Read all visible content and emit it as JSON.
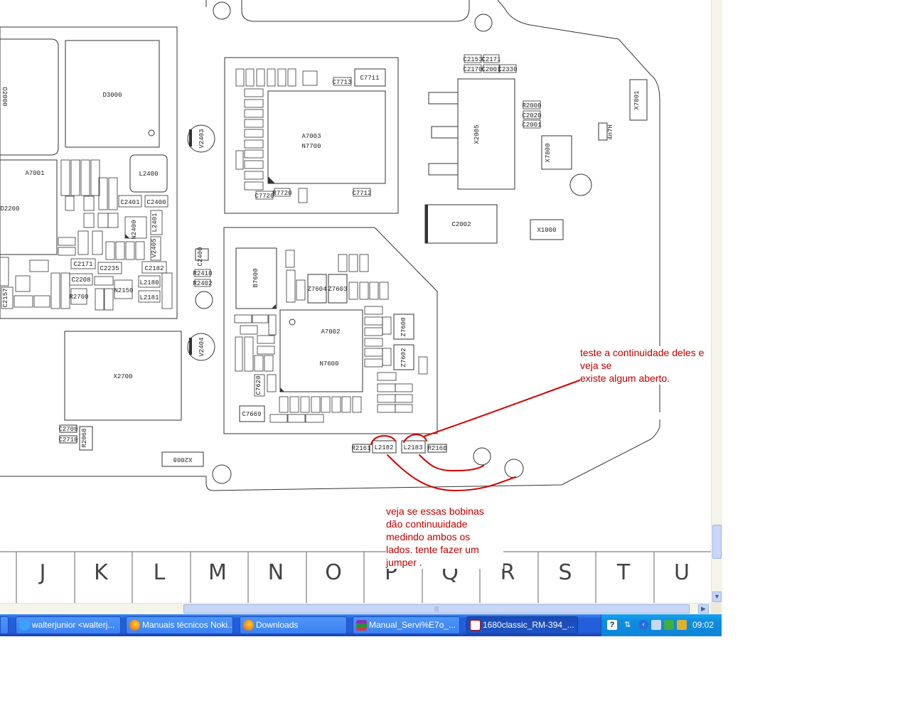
{
  "annotations": {
    "note_top": "teste a continuidade deles e veja se\nexiste algum aberto.",
    "note_bottom": "veja se essas bobinas\ndão continuuidade\nmedindo ambos os\nlados. tente fazer um\njumper ."
  },
  "ruler": {
    "letters": [
      "J",
      "K",
      "L",
      "M",
      "N",
      "O",
      "P",
      "Q",
      "R",
      "S",
      "T",
      "U"
    ]
  },
  "chips": {
    "d3000": "D3000",
    "d2000": "D2000",
    "a7001": "A7001",
    "d2200": "D2200",
    "l2400": "L2400",
    "c2401": "C2401",
    "c2400": "C2400",
    "n2400": "N2400",
    "l2401": "L2401",
    "v2405": "V2405",
    "c2171": "C2171",
    "c2235": "C2235",
    "c2182": "C2182",
    "c2208": "C2208",
    "n2150": "N2150",
    "l2180": "L2180",
    "l2181": "L2181",
    "r2700": "R2700",
    "c2157": "C2157",
    "x2700": "X2700",
    "c2700": "C2700",
    "c2710": "C2710",
    "r2068": "R2068",
    "x2008": "X2008",
    "v2403": "V2403",
    "v2404": "V2404",
    "a7003": "A7003",
    "n7700": "N7700",
    "c7711": "C7711",
    "c7713": "C7713",
    "c7712": "C7712",
    "c7720": "C7720",
    "r7720": "R7720",
    "b7600": "B7600",
    "a7002": "A7002",
    "n7600": "N7600",
    "z7604": "Z7604",
    "z7603": "Z7603",
    "z7600": "Z7600",
    "z7602": "Z7602",
    "c7669": "C7669",
    "c7620": "C7620",
    "x2005": "X2005",
    "c2002": "C2002",
    "x1000": "X1000",
    "x7800": "X7800",
    "x7801": "X7801",
    "n7h": "4n7H",
    "r2000": "R2000",
    "c2020": "C2020",
    "c2001": "C2001",
    "c2153": "C2153",
    "c2171b": "C2171",
    "c2170": "C2170",
    "c2001b": "C2001",
    "c2330": "C2330",
    "r2161": "R2161",
    "l2182": "L2182",
    "l2183": "L2183",
    "r2160": "R2160",
    "c2400b": "C2400",
    "r2410": "R2410",
    "r2402": "R2402"
  },
  "taskbar": {
    "items": [
      {
        "label": "walterjunior <walterj...",
        "icon": "messenger-icon"
      },
      {
        "label": "Manuais técnicos Noki...",
        "icon": "firefox-icon"
      },
      {
        "label": "Downloads",
        "icon": "firefox-icon"
      },
      {
        "label": "Manual_Servi%E7o_...",
        "icon": "winrar-icon"
      },
      {
        "label": "1680classic_RM-394_...",
        "icon": "pdf-icon"
      }
    ],
    "clock": "09:02"
  },
  "colors": {
    "annotation": "#c00000",
    "taskbar": "#245edb",
    "tray": "#0f8de0"
  }
}
